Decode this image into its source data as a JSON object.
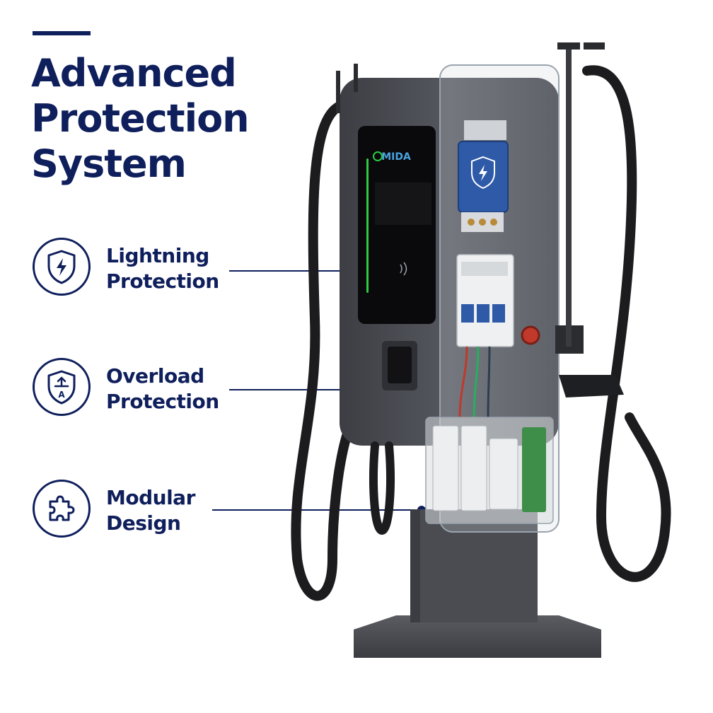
{
  "header": {
    "title_line1": "Advanced",
    "title_line2": "Protection",
    "title_line3": "System"
  },
  "features": [
    {
      "icon": "shield-lightning-icon",
      "label_line1": "Lightning",
      "label_line2": "Protection"
    },
    {
      "icon": "shield-overload-icon",
      "label_line1": "Overload",
      "label_line2": "Protection"
    },
    {
      "icon": "puzzle-piece-icon",
      "label_line1": "Modular",
      "label_line2": "Design"
    }
  ],
  "charger": {
    "brand": "MIDA",
    "screen_glow_color": "#2ecc40",
    "body_color": "#4a4c52"
  },
  "colors": {
    "navy": "#0f1f5c",
    "surge_module": "#2f5aa8"
  }
}
